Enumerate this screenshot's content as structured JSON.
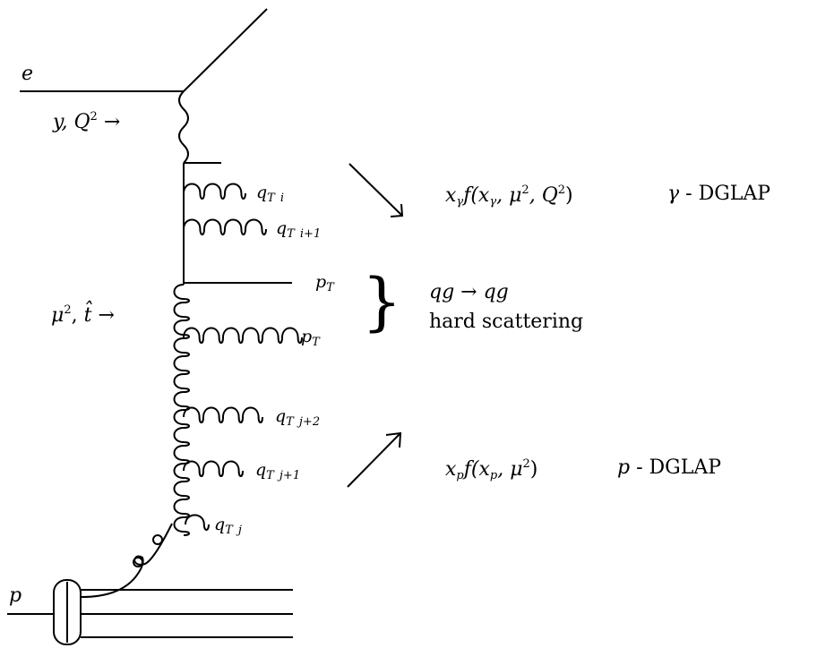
{
  "labels": {
    "electron": "e",
    "proton": "p",
    "photon_vars": "y, Q",
    "gluon_vars_mu": "μ",
    "gluon_vars_t": "t̂",
    "arrow": "→",
    "q_T": "q",
    "p_T": "p",
    "sub_T": "T",
    "sub_i": "i",
    "sub_i1": "i+1",
    "sub_j": "j",
    "sub_j1": "j+1",
    "sub_j2": "j+2"
  },
  "text": {
    "photon_pdf_x": "x",
    "photon_pdf_f": "f(x",
    "photon_pdf_rest": ", μ",
    "photon_pdf_q": ", Q",
    "photon_pdf_close": ")",
    "gamma": "γ",
    "photon_dglap": "- DGLAP",
    "process": "qg → qg",
    "hard_scattering": "hard scattering",
    "proton_pdf_x": "x",
    "proton_pdf_f": "f(x",
    "proton_pdf_rest": ", μ",
    "proton_pdf_close": ")",
    "p_letter": "p",
    "proton_dglap": "- DGLAP",
    "sub_gamma": "γ",
    "sub_p": "p",
    "sq": "2",
    "brace": "}"
  }
}
